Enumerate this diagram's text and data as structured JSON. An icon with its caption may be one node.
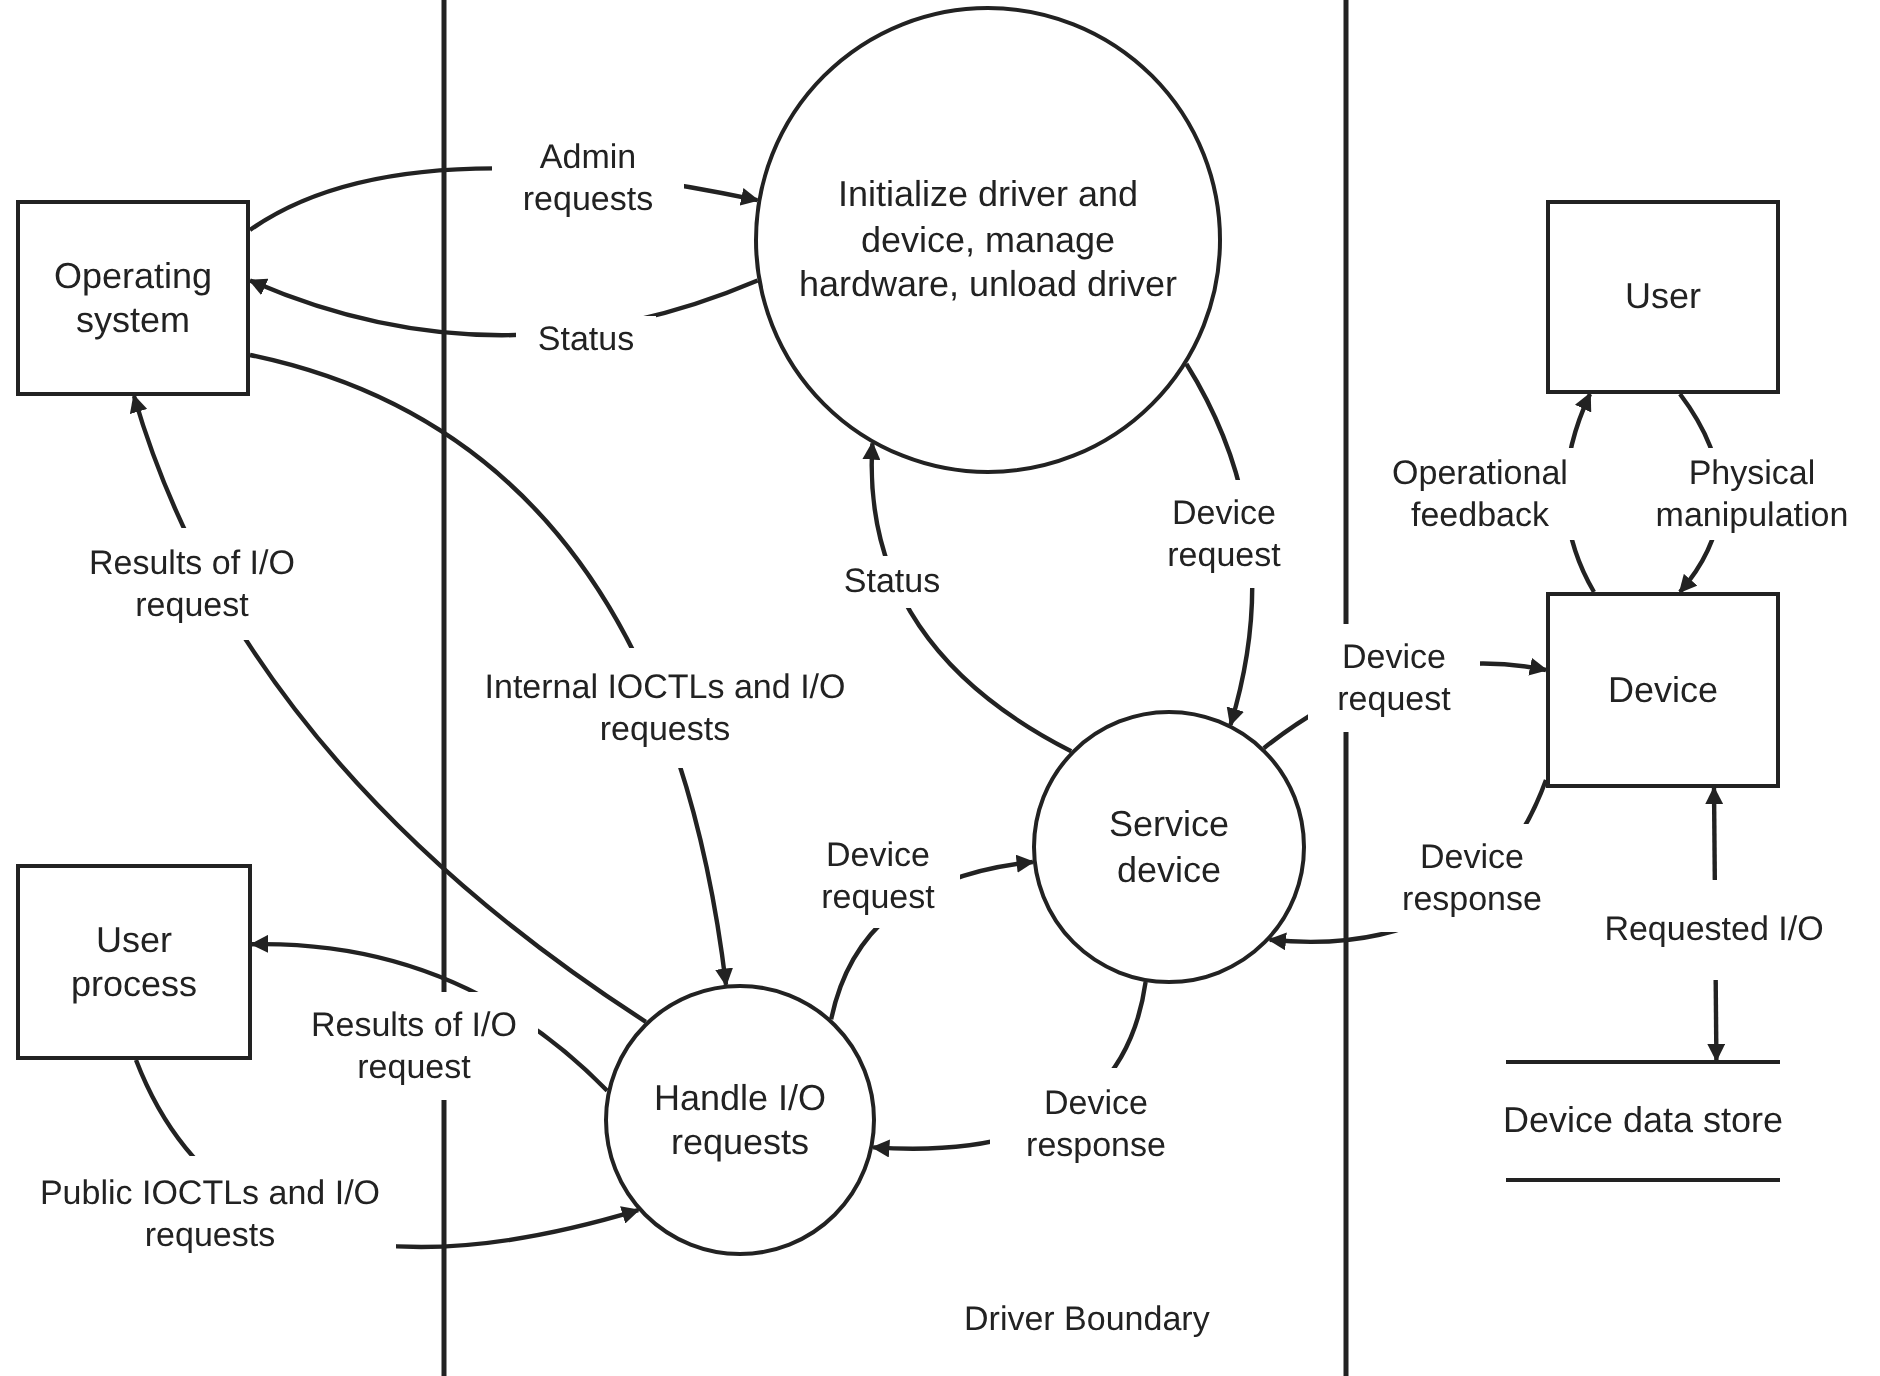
{
  "diagram": {
    "nodes": [
      {
        "text": [
          "Operating system"
        ]
      },
      {
        "text": [
          "Initialize driver and device, manage hardware, unload driver"
        ]
      },
      {
        "text": [
          "User"
        ]
      },
      {
        "text": [
          "Device"
        ]
      },
      {
        "text": [
          "User process"
        ]
      },
      {
        "text": [
          "Service device"
        ]
      },
      {
        "text": [
          "Handle I/O requests"
        ]
      },
      {
        "text": [
          "Device data store"
        ]
      }
    ],
    "edges": [
      {
        "from": 0,
        "to": 1,
        "arrow": "to",
        "label": "Admin requests"
      },
      {
        "from": 1,
        "to": 0,
        "arrow": "to",
        "label": "Status"
      },
      {
        "from": 1,
        "to": 5,
        "arrow": "to",
        "label": "Device request"
      },
      {
        "from": 5,
        "to": 1,
        "arrow": "to",
        "label": "Status"
      },
      {
        "from": 0,
        "to": 6,
        "arrow": "to",
        "label": "Internal IOCTLs and I/O requests"
      },
      {
        "from": 6,
        "to": 0,
        "arrow": "to",
        "label": "Results of I/O request"
      },
      {
        "from": 6,
        "to": 4,
        "arrow": "to",
        "label": "Results of I/O request"
      },
      {
        "from": 4,
        "to": 6,
        "arrow": "to",
        "label": "Public IOCTLs and I/O requests"
      },
      {
        "from": 6,
        "to": 5,
        "arrow": "to",
        "label": "Device request"
      },
      {
        "from": 5,
        "to": 6,
        "arrow": "to",
        "label": "Device response"
      },
      {
        "from": 5,
        "to": 3,
        "arrow": "to",
        "label": "Device request"
      },
      {
        "from": 3,
        "to": 5,
        "arrow": "to",
        "label": "Device response"
      },
      {
        "from": 3,
        "to": 2,
        "arrow": "to",
        "label": "Operational feedback"
      },
      {
        "from": 2,
        "to": 3,
        "arrow": "to",
        "label": "Physical manipulation"
      },
      {
        "from": 3,
        "to": 7,
        "arrow": "both",
        "label": "Requested I/O"
      }
    ],
    "labels": [
      "Driver Boundary"
    ]
  }
}
